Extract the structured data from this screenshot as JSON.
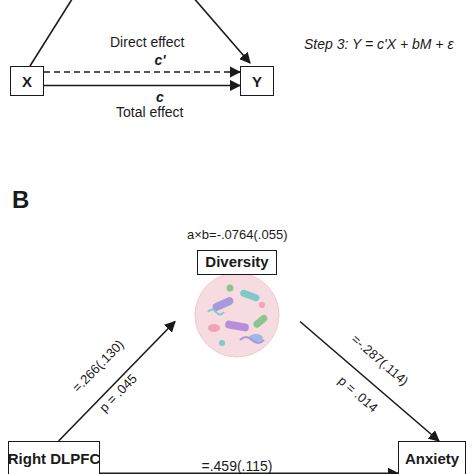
{
  "diagram": {
    "nodes": [
      {
        "text": [
          "X"
        ]
      },
      {
        "text": [
          "Y"
        ]
      },
      {
        "text": [
          "Diversity"
        ]
      },
      {
        "text": [
          "Right DLPFC"
        ]
      },
      {
        "text": [
          "Anxiety"
        ]
      }
    ],
    "edges": [
      {
        "from": 0,
        "to": 1,
        "arrow": "to",
        "label": "c'"
      },
      {
        "from": 0,
        "to": 1,
        "arrow": "to",
        "label": "c"
      },
      {
        "from": 3,
        "to": 2,
        "arrow": "to",
        "label": "=.266(.130)"
      },
      {
        "from": 2,
        "to": 4,
        "arrow": "to",
        "label": "=-.287(.114)"
      },
      {
        "from": 3,
        "to": 4,
        "arrow": "to",
        "label": "=.459(.115)"
      }
    ],
    "labels": [
      "Direct effect",
      "Total effect",
      "Step 3: Y = c'X + bM + ε",
      "B",
      "a×b=-.0764(.055)",
      "p = .045",
      "p = .014"
    ]
  }
}
